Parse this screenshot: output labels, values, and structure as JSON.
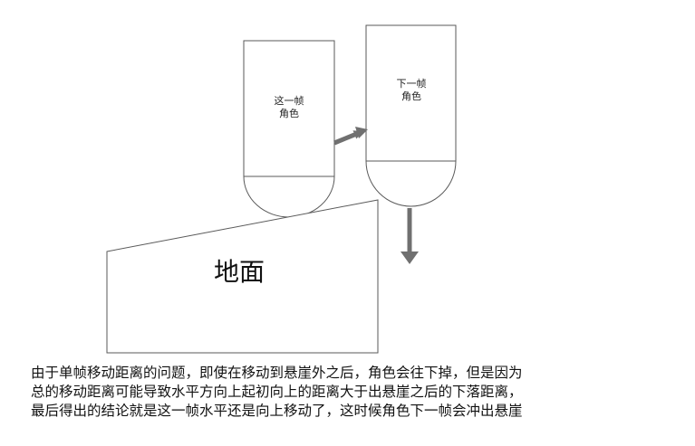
{
  "labels": {
    "current_frame": [
      "这一帧",
      "角色"
    ],
    "next_frame": [
      "下一帧",
      "角色"
    ],
    "ground": "地面"
  },
  "caption": [
    "由于单帧移动距离的问题，即使在移动到悬崖外之后，角色会往下掉，但是因为",
    "总的移动距离可能导致水平方向上起初向上的距离大于出悬崖之后的下落距离，",
    "最后得出的结论就是这一帧水平还是向上移动了，这时候角色下一帧会冲出悬崖"
  ],
  "colors": {
    "outline": "#5a5a5a",
    "arrow": "#707070"
  }
}
